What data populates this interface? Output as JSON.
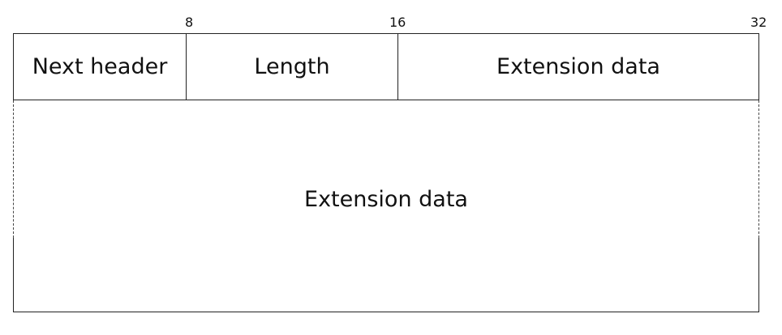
{
  "bit_markers": {
    "b8": "8",
    "b16": "16",
    "b32": "32"
  },
  "header_fields": {
    "next_header": "Next header",
    "length": "Length",
    "extension_data": "Extension data"
  },
  "body": {
    "extension_data": "Extension data"
  },
  "colors": {
    "line": "#222222",
    "dashed_line": "#444444",
    "text": "#111111",
    "background": "#ffffff"
  }
}
